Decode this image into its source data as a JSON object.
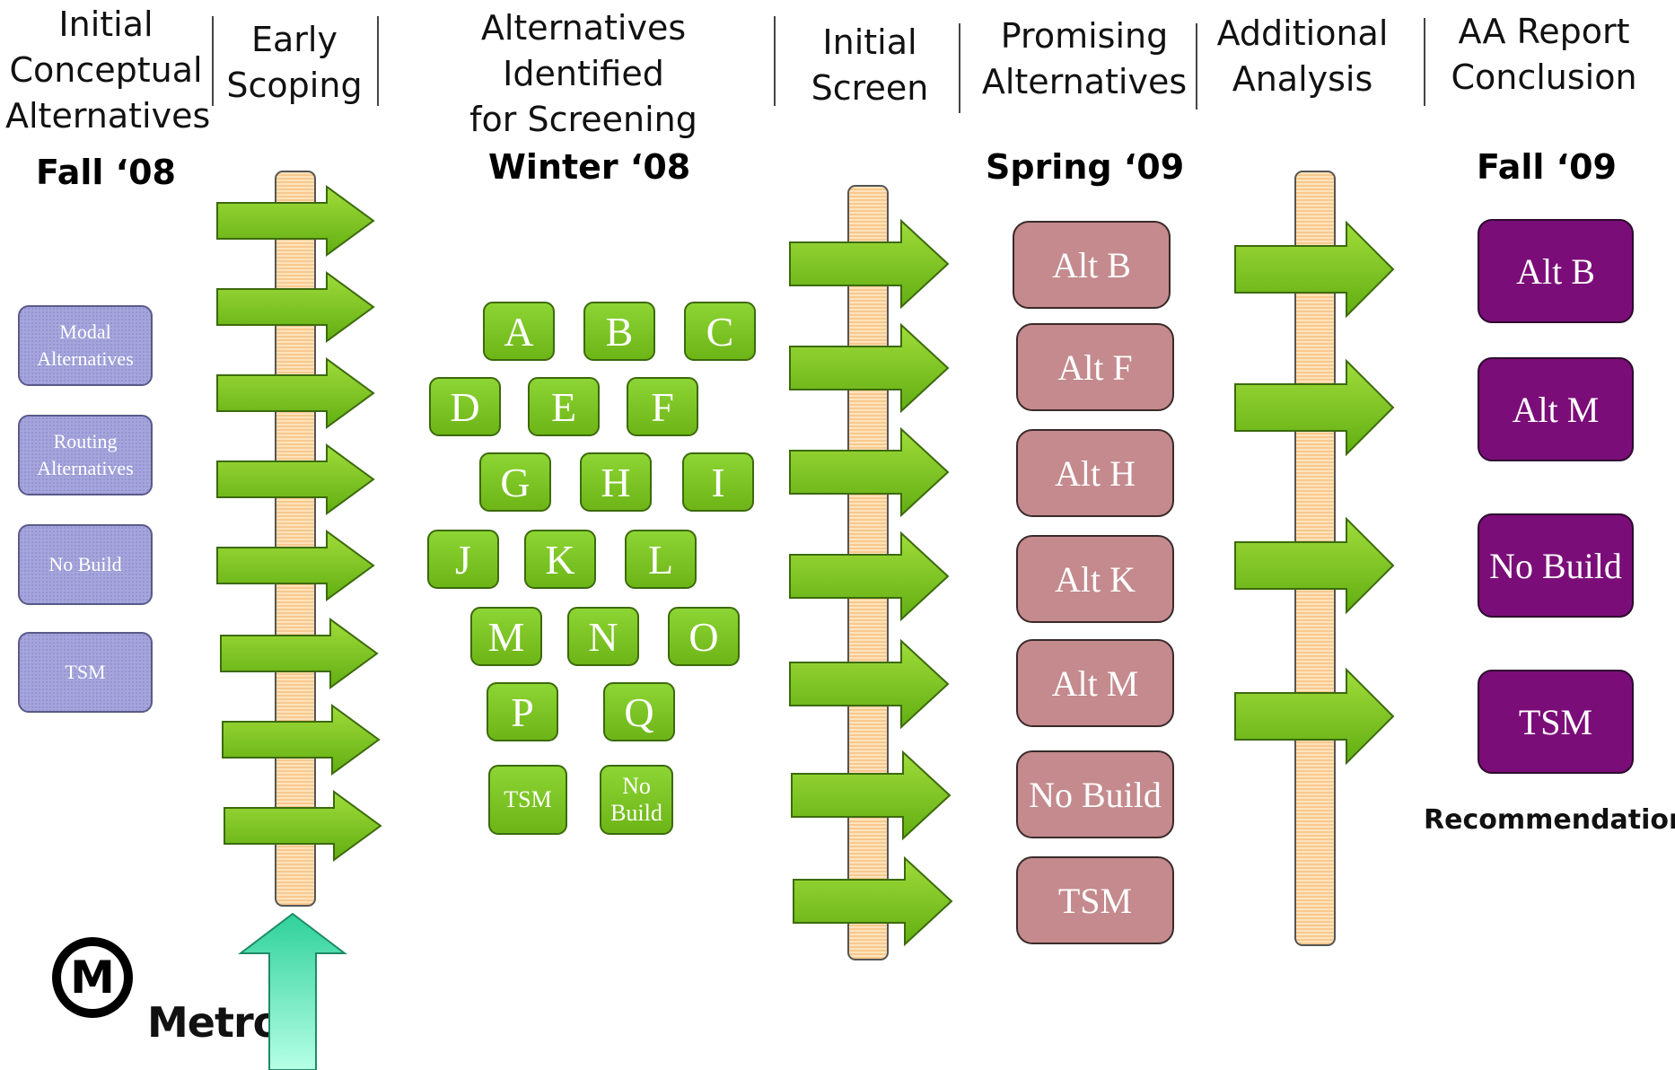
{
  "headers": [
    "Initial\nConceptual\nAlternatives",
    "Early\nScoping",
    "Alternatives Identified\nfor Screening",
    "Initial\nScreen",
    "Promising\nAlternatives",
    "Additional\nAnalysis",
    "AA Report\nConclusion"
  ],
  "periods": [
    "Fall ‘08",
    "Winter ‘08",
    "Spring ‘09",
    "Fall ‘09"
  ],
  "conceptual": [
    "Modal Alternatives",
    "Routing Alternatives",
    "No Build",
    "TSM"
  ],
  "screening": [
    "A",
    "B",
    "C",
    "D",
    "E",
    "F",
    "G",
    "H",
    "I",
    "J",
    "K",
    "L",
    "M",
    "N",
    "O",
    "P",
    "Q",
    "TSM",
    "No Build"
  ],
  "promising": [
    "Alt B",
    "Alt F",
    "Alt H",
    "Alt K",
    "Alt M",
    "No Build",
    "TSM"
  ],
  "conclusion": [
    "Alt B",
    "Alt M",
    "No Build",
    "TSM"
  ],
  "recommendation": "Recommendation",
  "logo_text": "Metro",
  "logo_letter": "M",
  "colors": {
    "conceptual": "#a5a5dc",
    "screening": "#78c31e",
    "promising": "#c48a8d",
    "conclusion": "#7b0d79",
    "arrow": "#7ac61e",
    "pole": "#f8c88d",
    "up_arrow": "#7ff5d0"
  }
}
